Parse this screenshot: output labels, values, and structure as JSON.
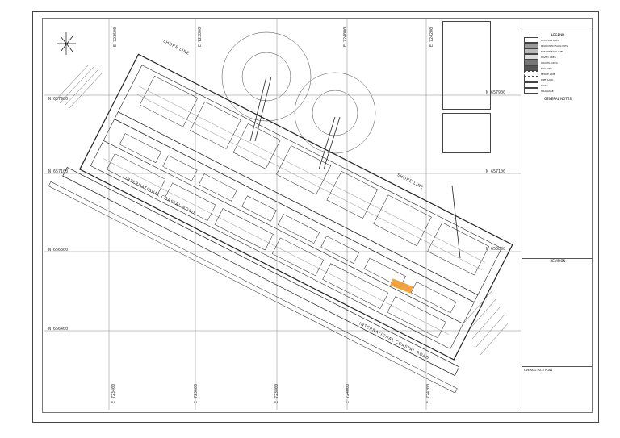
{
  "document": {
    "kind": "plot plan drawing",
    "labels": {
      "shore_line_top": "SHORE LINE",
      "shore_line_right": "SHORE LINE",
      "road_1": "INTERNATIONAL COASTAL ROAD",
      "road_2": "INTERNATIONAL COASTAL ROAD"
    },
    "northings": [
      "N 657900",
      "N 657100",
      "N 656800",
      "N 656400"
    ],
    "northings_right": [
      "N 657900",
      "N 657100",
      "N 656800"
    ],
    "eastings_top": [
      "E 723600",
      "E 723800",
      "E 724000",
      "E 724200"
    ],
    "eastings_bottom": [
      "E 723400",
      "E 723600",
      "E 723800",
      "E 724000",
      "E 724200"
    ],
    "legend": {
      "title": "LEGEND",
      "items": [
        "EXISTING AREA",
        "PROPOSED FACILITIES",
        "FUTURE FACILITIES",
        "PAVED AREA",
        "GRAVEL AREA",
        "BUILDING",
        "FENCE LINE",
        "PIPE RACK",
        "ROAD",
        "DRAINAGE"
      ]
    },
    "notes_title": "GENERAL NOTES",
    "revision_title": "REVISION",
    "title_block": {
      "company": "",
      "title": "OVERALL PLOT PLAN",
      "drawing_no": ""
    },
    "colors": {
      "highlight": "#f29a2e",
      "line": "#333333"
    }
  }
}
